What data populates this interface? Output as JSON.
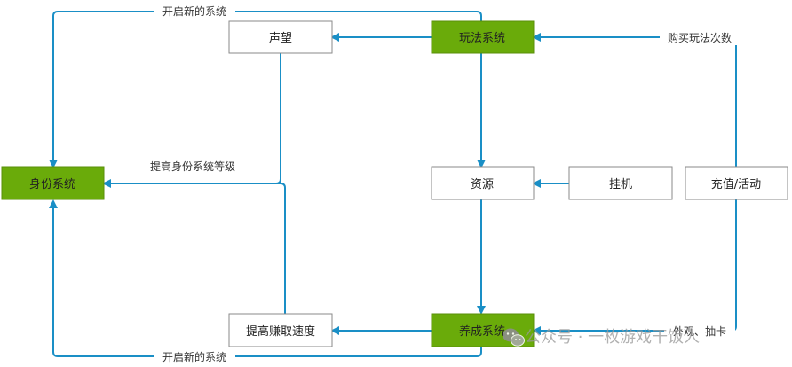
{
  "colors": {
    "edge": "#1a8fc6",
    "node_green_fill": "#6aab0a",
    "node_green_stroke": "#5a8f0a",
    "node_white_fill": "#ffffff",
    "node_white_stroke": "#8a8a8a",
    "text": "#222222"
  },
  "nodes": {
    "shengwang": "声望",
    "wanfa": "玩法系统",
    "shenfen": "身份系统",
    "ziyuan": "资源",
    "guaji": "挂机",
    "chongzhi": "充值/活动",
    "tigao": "提高赚取速度",
    "yangcheng": "养成系统"
  },
  "edge_labels": {
    "top_open": "开启新的系统",
    "buy_times": "购买玩法次数",
    "raise_level": "提高身份系统等级",
    "appearance": "外观、抽卡",
    "bottom_open": "开启新的系统"
  },
  "watermark": {
    "text": "公众号 · 一枚游戏干饭人",
    "icon": "wechat-icon"
  }
}
